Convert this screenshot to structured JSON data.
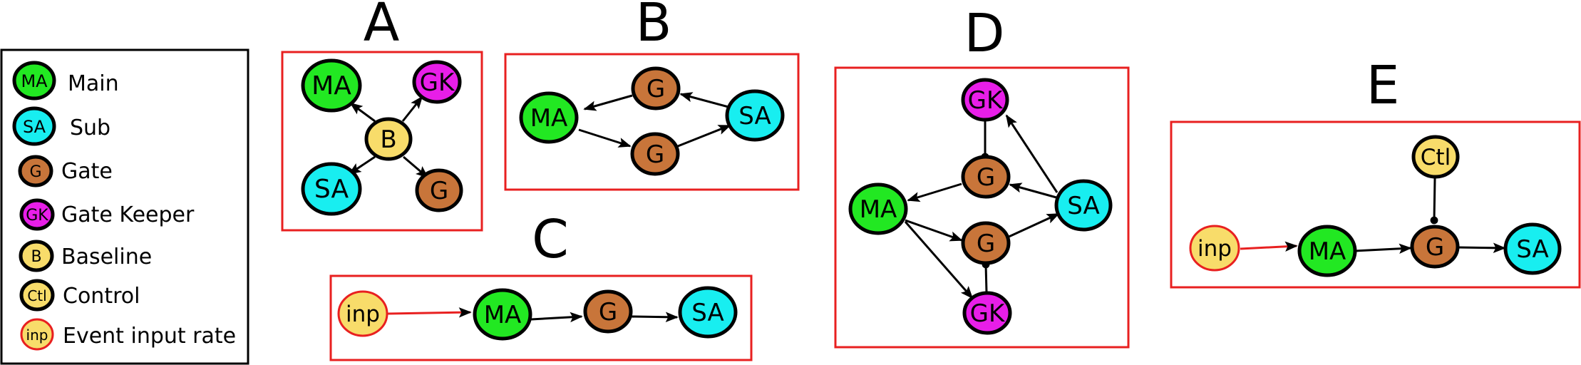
{
  "colors": {
    "main": "#22e822",
    "sub": "#18eef0",
    "gate": "#c8753a",
    "gate_keeper": "#e81ee8",
    "baseline": "#f8dc6a",
    "control": "#f8dc6a",
    "input": "#f8dc6a",
    "panel_border": "#e82020",
    "input_border": "#e82020",
    "input_edge": "#e82020"
  },
  "legend": {
    "items": [
      {
        "symbol": "MA",
        "label": "Main"
      },
      {
        "symbol": "SA",
        "label": "Sub"
      },
      {
        "symbol": "G",
        "label": "Gate"
      },
      {
        "symbol": "GK",
        "label": "Gate Keeper"
      },
      {
        "symbol": "B",
        "label": "Baseline"
      },
      {
        "symbol": "Ctl",
        "label": "Control"
      },
      {
        "symbol": "inp",
        "label": "Event input rate"
      }
    ]
  },
  "panels": {
    "A": {
      "letter": "A",
      "nodes": {
        "ma": "MA",
        "gk": "GK",
        "b": "B",
        "sa": "SA",
        "g": "G"
      }
    },
    "B": {
      "letter": "B",
      "nodes": {
        "g1": "G",
        "ma": "MA",
        "sa": "SA",
        "g2": "G"
      }
    },
    "C": {
      "letter": "C",
      "nodes": {
        "inp": "inp",
        "ma": "MA",
        "g": "G",
        "sa": "SA"
      }
    },
    "D": {
      "letter": "D",
      "nodes": {
        "gk1": "GK",
        "g1": "G",
        "ma": "MA",
        "sa": "SA",
        "g2": "G",
        "gk2": "GK"
      }
    },
    "E": {
      "letter": "E",
      "nodes": {
        "ctl": "Ctl",
        "inp": "inp",
        "ma": "MA",
        "g": "G",
        "sa": "SA"
      }
    }
  }
}
